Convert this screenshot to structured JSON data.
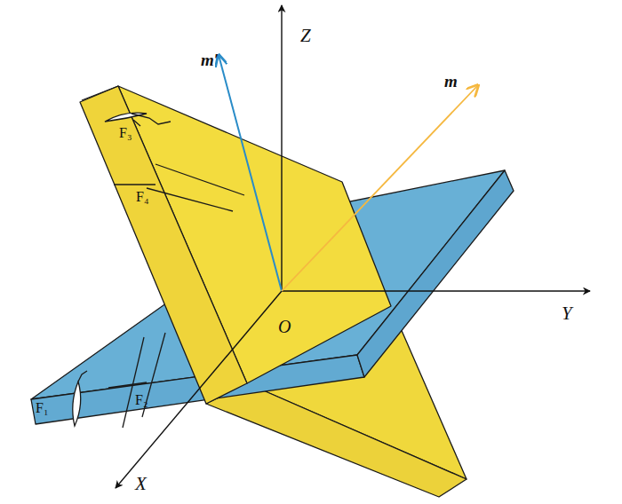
{
  "diagram": {
    "labels": [
      "Z",
      "m′",
      "m",
      "Y",
      "O",
      "X",
      "F₁",
      "F₂",
      "F₃",
      "F₄"
    ]
  }
}
